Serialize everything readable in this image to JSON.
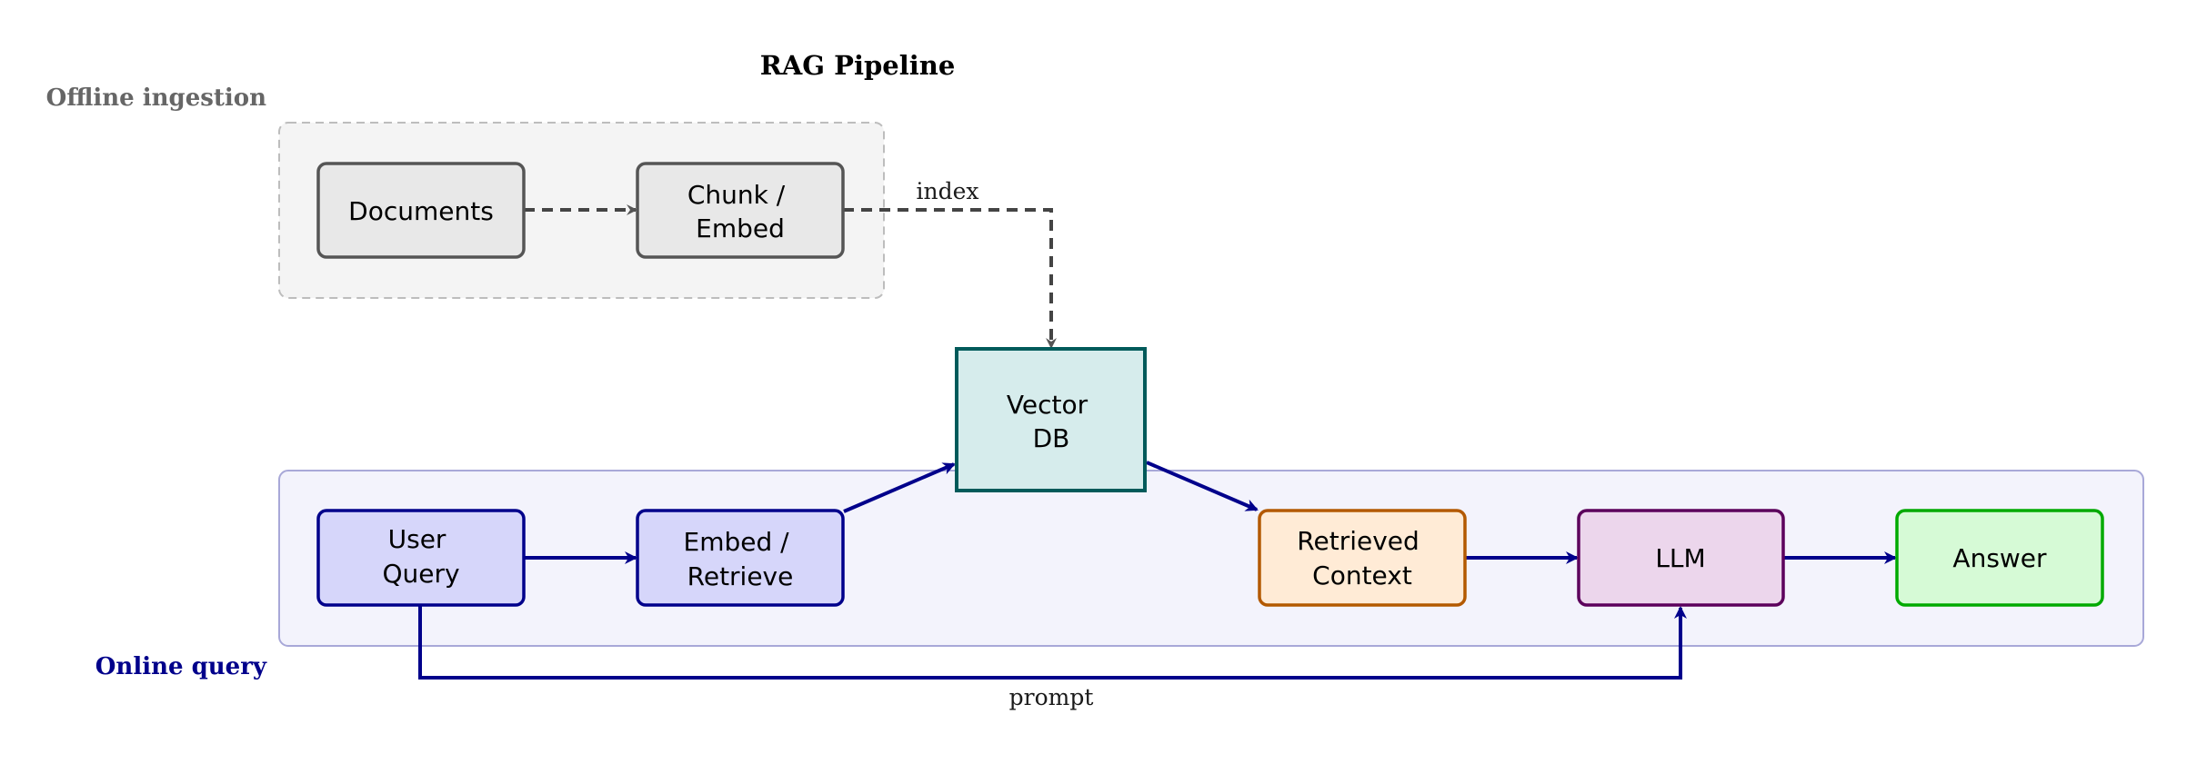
{
  "title": "RAG Pipeline",
  "groups": {
    "offline": {
      "label": "Offline ingestion",
      "color": "#666666"
    },
    "online": {
      "label": "Online query",
      "color": "#00008b"
    }
  },
  "nodes": {
    "documents": {
      "lines": [
        "Documents"
      ]
    },
    "chunk_embed": {
      "lines": [
        "Chunk /",
        "Embed"
      ]
    },
    "vector_db": {
      "lines": [
        "Vector",
        "DB"
      ]
    },
    "user_query": {
      "lines": [
        "User",
        "Query"
      ]
    },
    "embed_retrieve": {
      "lines": [
        "Embed /",
        "Retrieve"
      ]
    },
    "retrieved_context": {
      "lines": [
        "Retrieved",
        "Context"
      ]
    },
    "llm": {
      "lines": [
        "LLM"
      ]
    },
    "answer": {
      "lines": [
        "Answer"
      ]
    }
  },
  "edges": {
    "index_label": "index",
    "prompt_label": "prompt"
  },
  "colors": {
    "offline_stroke": "#555555",
    "offline_fill": "#e8e8e8",
    "online_stroke": "#00008b",
    "online_fill": "#d6d6fa",
    "vector_stroke": "#005a5a",
    "vector_fill": "#d6ecec",
    "context_stroke": "#b35900",
    "context_fill": "#ffebd6",
    "llm_stroke": "#5c005c",
    "llm_fill": "#ecd6ec",
    "answer_stroke": "#00aa00",
    "answer_fill": "#d6fad6"
  }
}
